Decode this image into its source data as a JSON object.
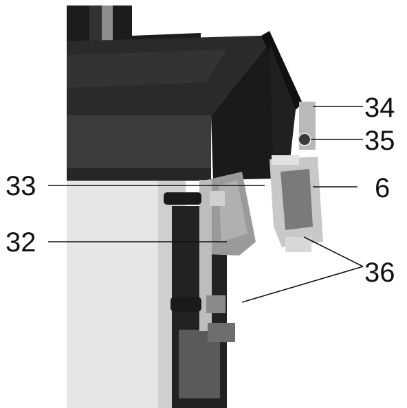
{
  "figure": {
    "callouts": [
      {
        "id": "34",
        "label": "34"
      },
      {
        "id": "35",
        "label": "35"
      },
      {
        "id": "33",
        "label": "33"
      },
      {
        "id": "6",
        "label": "6"
      },
      {
        "id": "32",
        "label": "32"
      },
      {
        "id": "36",
        "label": "36"
      }
    ],
    "colors": {
      "background": "#ffffff",
      "table_top": "#2a2a2a",
      "table_edge": "#3c3c3c",
      "base_panel": "#e6e6e6",
      "wood_block": "#9a9a9a",
      "metal": "#bdbdbd",
      "dark": "#151515",
      "leader": "#111111"
    }
  }
}
